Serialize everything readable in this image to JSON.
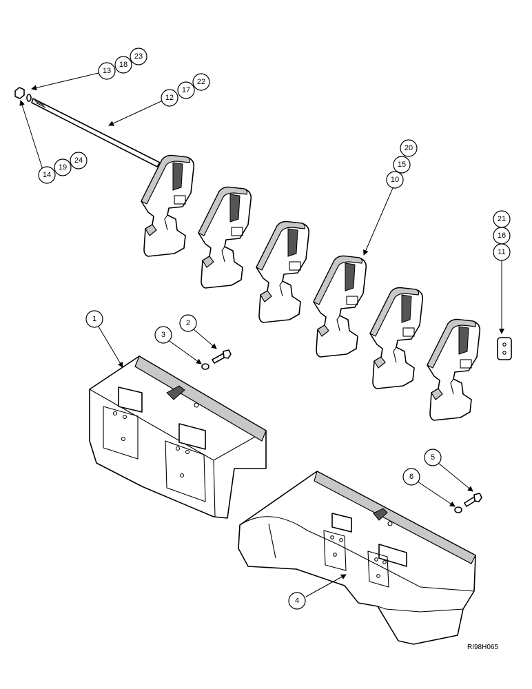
{
  "diagram": {
    "reference_code": "RI98H065",
    "callouts": [
      {
        "id": "c13",
        "label": "13"
      },
      {
        "id": "c18",
        "label": "18"
      },
      {
        "id": "c23",
        "label": "23"
      },
      {
        "id": "c12",
        "label": "12"
      },
      {
        "id": "c17",
        "label": "17"
      },
      {
        "id": "c22",
        "label": "22"
      },
      {
        "id": "c14",
        "label": "14"
      },
      {
        "id": "c19",
        "label": "19"
      },
      {
        "id": "c24",
        "label": "24"
      },
      {
        "id": "c20",
        "label": "20"
      },
      {
        "id": "c15",
        "label": "15"
      },
      {
        "id": "c10",
        "label": "10"
      },
      {
        "id": "c21",
        "label": "21"
      },
      {
        "id": "c16",
        "label": "16"
      },
      {
        "id": "c11",
        "label": "11"
      },
      {
        "id": "c1",
        "label": "1"
      },
      {
        "id": "c2",
        "label": "2"
      },
      {
        "id": "c3",
        "label": "3"
      },
      {
        "id": "c4",
        "label": "4"
      },
      {
        "id": "c5",
        "label": "5"
      },
      {
        "id": "c6",
        "label": "6"
      }
    ]
  }
}
